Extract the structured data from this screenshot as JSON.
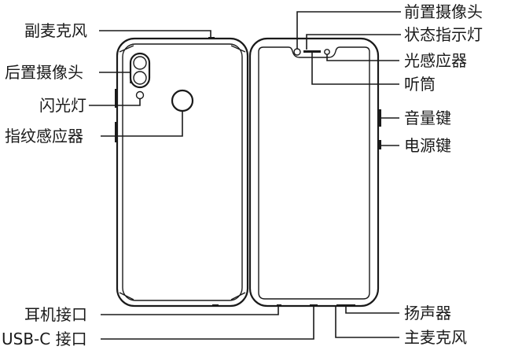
{
  "left_labels": {
    "secondary_mic": "副麦克风",
    "rear_camera": "后置摄像头",
    "flash": "闪光灯",
    "fingerprint": "指纹感应器",
    "headphone_jack": "耳机接口",
    "usb_c": "USB-C 接口"
  },
  "right_labels": {
    "front_camera": "前置摄像头",
    "status_light": "状态指示灯",
    "light_sensor": "光感应器",
    "earpiece": "听筒",
    "volume_keys": "音量键",
    "power_key": "电源键",
    "speaker": "扬声器",
    "main_mic": "主麦克风"
  }
}
